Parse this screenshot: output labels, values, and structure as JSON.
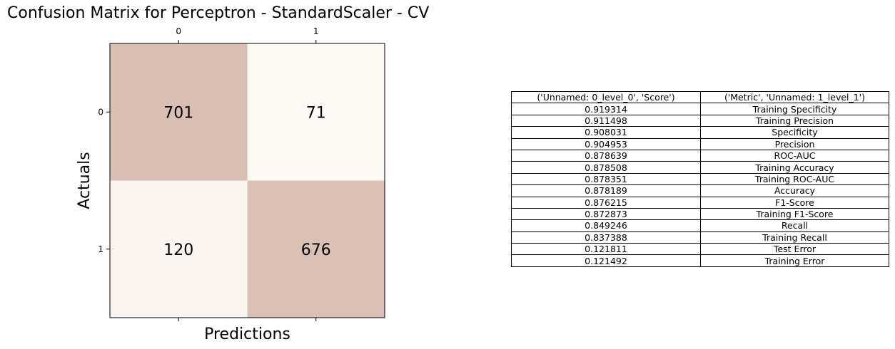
{
  "title": "Confusion Matrix for Perceptron - StandardScaler - CV",
  "chart_data": [
    {
      "type": "heatmap",
      "xlabel": "Predictions",
      "ylabel": "Actuals",
      "x_categories": [
        "0",
        "1"
      ],
      "y_categories": [
        "0",
        "1"
      ],
      "values": [
        [
          701,
          71
        ],
        [
          120,
          676
        ]
      ],
      "colors": {
        "high": "#d9bfb3",
        "low": "#fdfaf5"
      }
    },
    {
      "type": "table",
      "columns": [
        "('Unnamed: 0_level_0', 'Score')",
        "('Metric', 'Unnamed: 1_level_1')"
      ],
      "rows": [
        [
          "0.919314",
          "Training Specificity"
        ],
        [
          "0.911498",
          "Training Precision"
        ],
        [
          "0.908031",
          "Specificity"
        ],
        [
          "0.904953",
          "Precision"
        ],
        [
          "0.878639",
          "ROC-AUC"
        ],
        [
          "0.878508",
          "Training Accuracy"
        ],
        [
          "0.878351",
          "Training ROC-AUC"
        ],
        [
          "0.878189",
          "Accuracy"
        ],
        [
          "0.876215",
          "F1-Score"
        ],
        [
          "0.872873",
          "Training F1-Score"
        ],
        [
          "0.849246",
          "Recall"
        ],
        [
          "0.837388",
          "Training Recall"
        ],
        [
          "0.121811",
          "Test Error"
        ],
        [
          "0.121492",
          "Training Error"
        ]
      ]
    }
  ]
}
